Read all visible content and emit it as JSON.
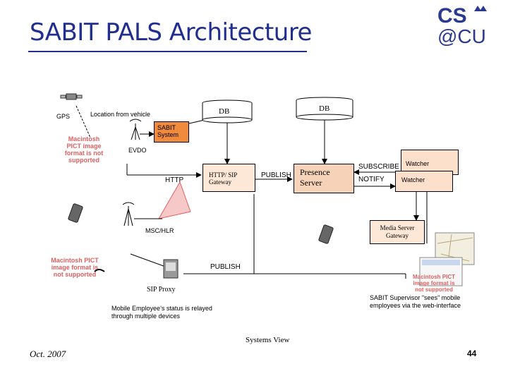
{
  "slide": {
    "title": "SABIT PALS Architecture",
    "footer_date": "Oct. 2007",
    "page_number": "44",
    "logo_top": "CS",
    "logo_bottom": "@CU"
  },
  "labels": {
    "gps": "GPS",
    "location_from_vehicle": "Location from vehicle",
    "db_left": "DB",
    "db_right": "DB",
    "sabit_system": "SABIT System",
    "evdo": "EVDO",
    "http": "HTTP",
    "http_sip_gateway": "HTTP/ SIP Gateway",
    "publish_top": "PUBLISH",
    "presence_server": "Presence Server",
    "subscribe": "SUBSCRIBE",
    "notify": "NOTIFY",
    "watcher_back": "Watcher",
    "watcher_front": "Watcher",
    "msc_hlr": "MSC/HLR",
    "media_server_gateway": "Media Server Gateway",
    "publish_bottom": "PUBLISH",
    "sip_proxy": "SIP Proxy",
    "mobile_employee_status": "Mobile Employee’s status is relayed through multiple devices",
    "supervisor_text": "SABIT Supervisor \"sees\" mobile employees via the web-interface",
    "systems_view": "Systems View"
  },
  "placeholders": {
    "pict_1": "Macintosh PICT image format is not supported",
    "pict_2": "Macintosh PICT image format is not supported",
    "pict_3": "Macintosh PICT image format is not supported"
  },
  "colors": {
    "title": "#1f2e8f",
    "sabit_fill": "#f08a3c",
    "gateway_fill": "#fde7d6",
    "presence_fill": "#f6d3b8",
    "watcher_fill": "#fde0cc",
    "media_fill": "#fde7d6",
    "pict_text": "#e06060"
  }
}
